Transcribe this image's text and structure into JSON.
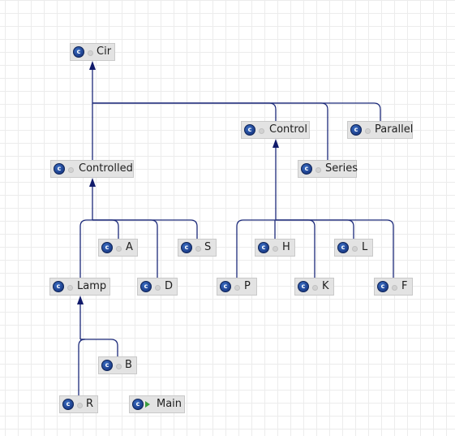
{
  "colors": {
    "edge": "#1c2a7a",
    "node_background": "#e3e3e3",
    "class_icon": "#1c3d8a"
  },
  "nodes": {
    "cir": {
      "name": "Cir",
      "icon": "class-icon"
    },
    "control": {
      "name": "Control",
      "icon": "class-icon"
    },
    "parallel": {
      "name": "Parallel",
      "icon": "class-icon"
    },
    "controlled": {
      "name": "Controlled",
      "icon": "class-icon"
    },
    "series": {
      "name": "Series",
      "icon": "class-icon"
    },
    "a": {
      "name": "A",
      "icon": "class-icon"
    },
    "s": {
      "name": "S",
      "icon": "class-icon"
    },
    "h": {
      "name": "H",
      "icon": "class-icon"
    },
    "l": {
      "name": "L",
      "icon": "class-icon"
    },
    "lamp": {
      "name": "Lamp",
      "icon": "class-icon"
    },
    "d": {
      "name": "D",
      "icon": "class-icon"
    },
    "p": {
      "name": "P",
      "icon": "class-icon"
    },
    "k": {
      "name": "K",
      "icon": "class-icon"
    },
    "f": {
      "name": "F",
      "icon": "class-icon"
    },
    "b": {
      "name": "B",
      "icon": "class-icon"
    },
    "r": {
      "name": "R",
      "icon": "class-icon"
    },
    "main": {
      "name": "Main",
      "icon": "class-icon"
    }
  },
  "edges": [
    {
      "from": "controlled",
      "to": "cir"
    },
    {
      "from": "control",
      "to": "cir"
    },
    {
      "from": "series",
      "to": "cir"
    },
    {
      "from": "parallel",
      "to": "cir"
    },
    {
      "from": "lamp",
      "to": "controlled"
    },
    {
      "from": "a",
      "to": "controlled"
    },
    {
      "from": "d",
      "to": "controlled"
    },
    {
      "from": "s",
      "to": "controlled"
    },
    {
      "from": "p",
      "to": "control"
    },
    {
      "from": "h",
      "to": "control"
    },
    {
      "from": "k",
      "to": "control"
    },
    {
      "from": "l",
      "to": "control"
    },
    {
      "from": "f",
      "to": "control"
    },
    {
      "from": "r",
      "to": "lamp"
    },
    {
      "from": "b",
      "to": "lamp"
    }
  ]
}
